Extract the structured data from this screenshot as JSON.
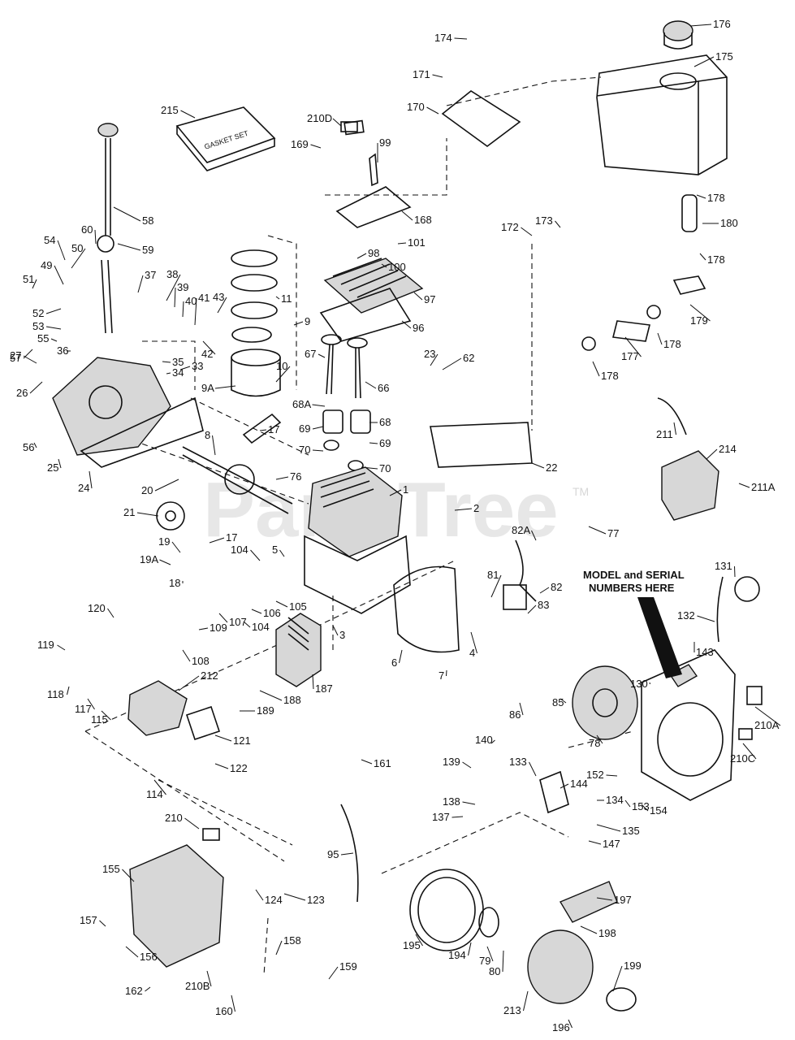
{
  "watermark": "PartsTree",
  "trademark": "TM",
  "gasket_box_label": "GASKET SET",
  "model_note": [
    "MODEL and SERIAL",
    "NUMBERS HERE"
  ],
  "callouts": [
    {
      "id": "p1",
      "text": "1"
    },
    {
      "id": "p2",
      "text": "2"
    },
    {
      "id": "p3",
      "text": "3"
    },
    {
      "id": "p4",
      "text": "4"
    },
    {
      "id": "p5",
      "text": "5"
    },
    {
      "id": "p6",
      "text": "6"
    },
    {
      "id": "p7",
      "text": "7"
    },
    {
      "id": "p8",
      "text": "8"
    },
    {
      "id": "p9",
      "text": "9"
    },
    {
      "id": "p9a",
      "text": "9A"
    },
    {
      "id": "p10",
      "text": "10"
    },
    {
      "id": "p11",
      "text": "11"
    },
    {
      "id": "p17a",
      "text": "17"
    },
    {
      "id": "p17b",
      "text": "17"
    },
    {
      "id": "p18",
      "text": "18"
    },
    {
      "id": "p19",
      "text": "19"
    },
    {
      "id": "p19a",
      "text": "19A"
    },
    {
      "id": "p20",
      "text": "20"
    },
    {
      "id": "p21",
      "text": "21"
    },
    {
      "id": "p22",
      "text": "22"
    },
    {
      "id": "p23",
      "text": "23"
    },
    {
      "id": "p24",
      "text": "24"
    },
    {
      "id": "p25",
      "text": "25"
    },
    {
      "id": "p26",
      "text": "26"
    },
    {
      "id": "p27",
      "text": "27"
    },
    {
      "id": "p33",
      "text": "33"
    },
    {
      "id": "p34",
      "text": "34"
    },
    {
      "id": "p35",
      "text": "35"
    },
    {
      "id": "p36",
      "text": "36"
    },
    {
      "id": "p37",
      "text": "37"
    },
    {
      "id": "p38",
      "text": "38"
    },
    {
      "id": "p39",
      "text": "39"
    },
    {
      "id": "p40",
      "text": "40"
    },
    {
      "id": "p41",
      "text": "41"
    },
    {
      "id": "p42",
      "text": "42"
    },
    {
      "id": "p43",
      "text": "43"
    },
    {
      "id": "p49",
      "text": "49"
    },
    {
      "id": "p50",
      "text": "50"
    },
    {
      "id": "p51",
      "text": "51"
    },
    {
      "id": "p52",
      "text": "52"
    },
    {
      "id": "p53",
      "text": "53"
    },
    {
      "id": "p54",
      "text": "54"
    },
    {
      "id": "p55",
      "text": "55"
    },
    {
      "id": "p56",
      "text": "56"
    },
    {
      "id": "p57",
      "text": "57"
    },
    {
      "id": "p58",
      "text": "58"
    },
    {
      "id": "p59",
      "text": "59"
    },
    {
      "id": "p60",
      "text": "60"
    },
    {
      "id": "p62",
      "text": "62"
    },
    {
      "id": "p66",
      "text": "66"
    },
    {
      "id": "p67",
      "text": "67"
    },
    {
      "id": "p68a",
      "text": "68A"
    },
    {
      "id": "p68",
      "text": "68"
    },
    {
      "id": "p69a",
      "text": "69"
    },
    {
      "id": "p69b",
      "text": "69"
    },
    {
      "id": "p70a",
      "text": "70"
    },
    {
      "id": "p70b",
      "text": "70"
    },
    {
      "id": "p76",
      "text": "76"
    },
    {
      "id": "p77",
      "text": "77"
    },
    {
      "id": "p78",
      "text": "78"
    },
    {
      "id": "p79",
      "text": "79"
    },
    {
      "id": "p80",
      "text": "80"
    },
    {
      "id": "p81",
      "text": "81"
    },
    {
      "id": "p82",
      "text": "82"
    },
    {
      "id": "p82a",
      "text": "82A"
    },
    {
      "id": "p83",
      "text": "83"
    },
    {
      "id": "p85",
      "text": "85"
    },
    {
      "id": "p86",
      "text": "86"
    },
    {
      "id": "p95",
      "text": "95"
    },
    {
      "id": "p96",
      "text": "96"
    },
    {
      "id": "p97",
      "text": "97"
    },
    {
      "id": "p98",
      "text": "98"
    },
    {
      "id": "p99",
      "text": "99"
    },
    {
      "id": "p100",
      "text": "100"
    },
    {
      "id": "p101",
      "text": "101"
    },
    {
      "id": "p104a",
      "text": "104"
    },
    {
      "id": "p104b",
      "text": "104"
    },
    {
      "id": "p105",
      "text": "105"
    },
    {
      "id": "p106",
      "text": "106"
    },
    {
      "id": "p107",
      "text": "107"
    },
    {
      "id": "p108",
      "text": "108"
    },
    {
      "id": "p109",
      "text": "109"
    },
    {
      "id": "p114",
      "text": "114"
    },
    {
      "id": "p115",
      "text": "115"
    },
    {
      "id": "p117",
      "text": "117"
    },
    {
      "id": "p118",
      "text": "118"
    },
    {
      "id": "p119",
      "text": "119"
    },
    {
      "id": "p120",
      "text": "120"
    },
    {
      "id": "p121",
      "text": "121"
    },
    {
      "id": "p122",
      "text": "122"
    },
    {
      "id": "p123",
      "text": "123"
    },
    {
      "id": "p124",
      "text": "124"
    },
    {
      "id": "p130",
      "text": "130"
    },
    {
      "id": "p131",
      "text": "131"
    },
    {
      "id": "p132",
      "text": "132"
    },
    {
      "id": "p133",
      "text": "133"
    },
    {
      "id": "p134",
      "text": "134"
    },
    {
      "id": "p135",
      "text": "135"
    },
    {
      "id": "p137",
      "text": "137"
    },
    {
      "id": "p138",
      "text": "138"
    },
    {
      "id": "p139",
      "text": "139"
    },
    {
      "id": "p140",
      "text": "140"
    },
    {
      "id": "p143",
      "text": "143"
    },
    {
      "id": "p144",
      "text": "144"
    },
    {
      "id": "p147",
      "text": "147"
    },
    {
      "id": "p152",
      "text": "152"
    },
    {
      "id": "p153",
      "text": "153"
    },
    {
      "id": "p154",
      "text": "154"
    },
    {
      "id": "p155",
      "text": "155"
    },
    {
      "id": "p156",
      "text": "156"
    },
    {
      "id": "p157",
      "text": "157"
    },
    {
      "id": "p158",
      "text": "158"
    },
    {
      "id": "p159",
      "text": "159"
    },
    {
      "id": "p160",
      "text": "160"
    },
    {
      "id": "p161",
      "text": "161"
    },
    {
      "id": "p162",
      "text": "162"
    },
    {
      "id": "p168",
      "text": "168"
    },
    {
      "id": "p169",
      "text": "169"
    },
    {
      "id": "p170",
      "text": "170"
    },
    {
      "id": "p171",
      "text": "171"
    },
    {
      "id": "p172",
      "text": "172"
    },
    {
      "id": "p173",
      "text": "173"
    },
    {
      "id": "p174",
      "text": "174"
    },
    {
      "id": "p175",
      "text": "175"
    },
    {
      "id": "p176",
      "text": "176"
    },
    {
      "id": "p177",
      "text": "177"
    },
    {
      "id": "p178a",
      "text": "178"
    },
    {
      "id": "p178b",
      "text": "178"
    },
    {
      "id": "p178c",
      "text": "178"
    },
    {
      "id": "p178d",
      "text": "178"
    },
    {
      "id": "p179",
      "text": "179"
    },
    {
      "id": "p180",
      "text": "180"
    },
    {
      "id": "p187",
      "text": "187"
    },
    {
      "id": "p188",
      "text": "188"
    },
    {
      "id": "p189",
      "text": "189"
    },
    {
      "id": "p194",
      "text": "194"
    },
    {
      "id": "p195",
      "text": "195"
    },
    {
      "id": "p196",
      "text": "196"
    },
    {
      "id": "p197",
      "text": "197"
    },
    {
      "id": "p198",
      "text": "198"
    },
    {
      "id": "p199",
      "text": "199"
    },
    {
      "id": "p210",
      "text": "210"
    },
    {
      "id": "p210a",
      "text": "210A"
    },
    {
      "id": "p210b",
      "text": "210B"
    },
    {
      "id": "p210c",
      "text": "210C"
    },
    {
      "id": "p210d",
      "text": "210D"
    },
    {
      "id": "p211",
      "text": "211"
    },
    {
      "id": "p211a",
      "text": "211A"
    },
    {
      "id": "p212",
      "text": "212"
    },
    {
      "id": "p213",
      "text": "213"
    },
    {
      "id": "p214",
      "text": "214"
    },
    {
      "id": "p215",
      "text": "215"
    }
  ]
}
